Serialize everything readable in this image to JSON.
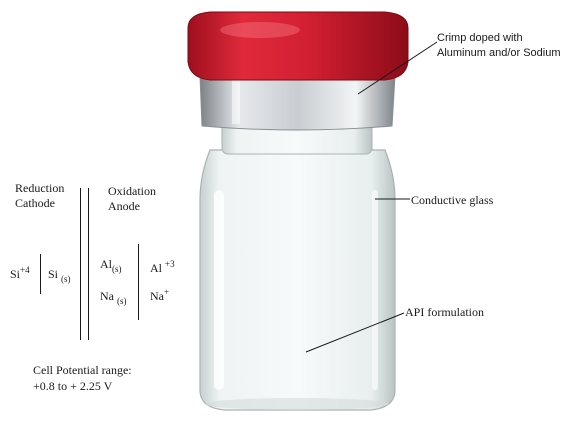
{
  "callouts": {
    "crimp_line1": "Crimp doped with",
    "crimp_line2": "Aluminum and/or Sodium",
    "conductive_glass": "Conductive glass",
    "api_formulation": "API formulation"
  },
  "cell_diagram": {
    "reduction_label": "Reduction",
    "cathode_label": "Cathode",
    "oxidation_label": "Oxidation",
    "anode_label": "Anode",
    "si_ion": "Si",
    "si_ion_charge": "+4",
    "si_solid": "Si",
    "al_solid": "Al",
    "na_solid": "Na",
    "solid_state": "(s)",
    "al_ion": "Al",
    "al_ion_charge": "+3",
    "na_ion": "Na",
    "na_ion_charge": "+"
  },
  "cell_potential": {
    "line1": "Cell Potential range:",
    "line2": "+0.8 to + 2.25 V"
  },
  "colors": {
    "cap_red": "#d21f32",
    "crimp_silver": "#c9cdd1",
    "glass_tint": "#eef4f3"
  }
}
